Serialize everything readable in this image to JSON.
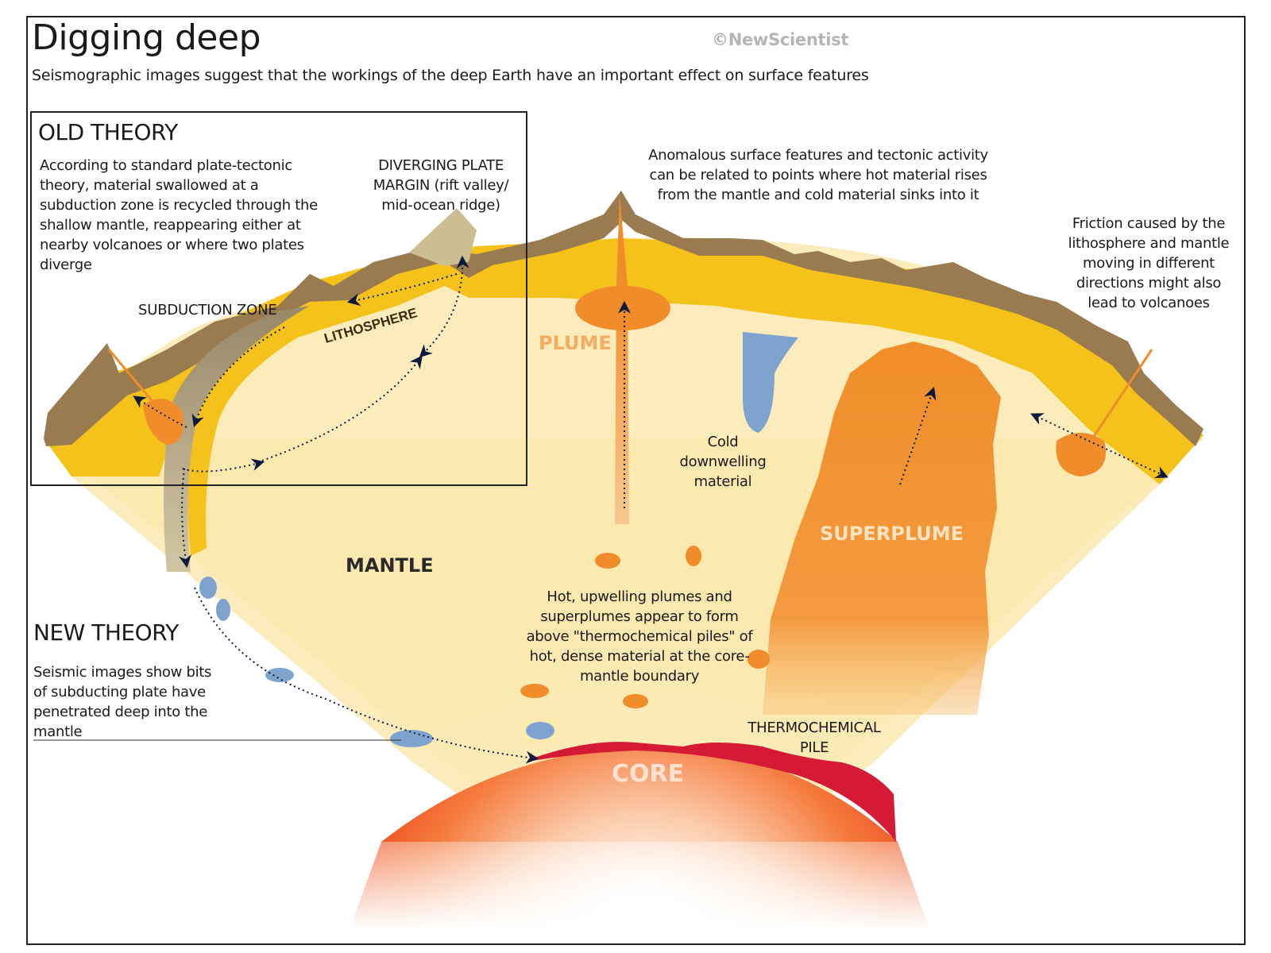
{
  "header": {
    "title": "Digging deep",
    "credit": "©NewScientist",
    "subtitle": "Seismographic images suggest that the workings of the deep Earth have an important effect on surface features"
  },
  "old_theory": {
    "heading": "OLD THEORY",
    "body": "According to standard plate-tectonic theory, material swallowed at a subduction zone is recycled through the shallow mantle, reappearing either at nearby volcanoes or where two plates diverge"
  },
  "new_theory": {
    "heading": "NEW THEORY",
    "body": "Seismic images show bits of subducting plate have penetrated deep into the mantle"
  },
  "labels": {
    "diverging": "DIVERGING PLATE MARGIN (rift valley/ mid-ocean ridge)",
    "subduction": "SUBDUCTION ZONE",
    "lithosphere": "LITHOSPHERE",
    "anomalous": "Anomalous surface features and tectonic activity can be related to points where hot material rises from the mantle and cold material sinks into it",
    "friction": "Friction caused by the lithosphere and mantle moving in different directions might also lead to volcanoes",
    "plume": "PLUME",
    "cold": "Cold downwelling material",
    "superplume": "SUPERPLUME",
    "mantle": "MANTLE",
    "hot": "Hot, upwelling plumes and superplumes appear to form above \"thermochemical piles\" of hot, dense material at the core-mantle boundary",
    "thermo": "THERMOCHEMICAL PILE",
    "core": "CORE"
  },
  "colors": {
    "crust": "#9a7b4f",
    "lithosphere": "#f5c21b",
    "mantle": "#fbe9b0",
    "plume": "#f08d2a",
    "cold_slab": "#7ea3cf",
    "core_outer": "#f06b2f",
    "core_inner": "#fde0c8",
    "pile": "#d51a35",
    "arrow": "#0c1a40"
  }
}
